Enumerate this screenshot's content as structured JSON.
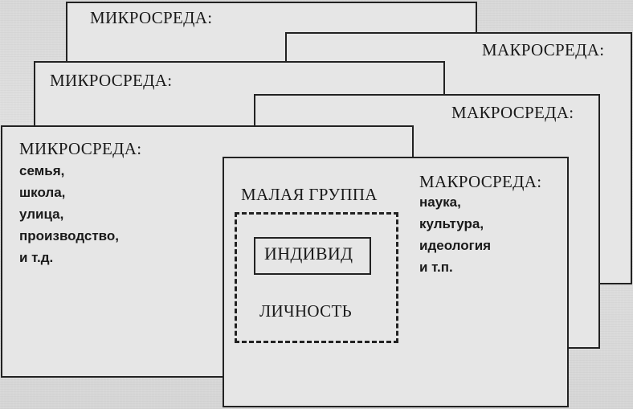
{
  "layers": {
    "back": {
      "micro_label": "МИКРОСРЕДА:",
      "macro_label": "МАКРОСРЕДА:"
    },
    "middle": {
      "micro_label": "МИКРОСРЕДА:",
      "macro_label": "МАКРОСРЕДА:"
    },
    "front": {
      "micro_label": "МИКРОСРЕДА:",
      "micro_items": [
        "семья,",
        "школа,",
        "улица,",
        "производство,",
        "и т.д."
      ],
      "macro_label": "МАКРОСРЕДА:",
      "macro_items": [
        "наука,",
        "культура,",
        "идеология",
        "и т.п."
      ]
    }
  },
  "center": {
    "group_label": "МАЛАЯ ГРУППА",
    "individual_label": "ИНДИВИД",
    "personality_label": "ЛИЧНОСТЬ"
  }
}
